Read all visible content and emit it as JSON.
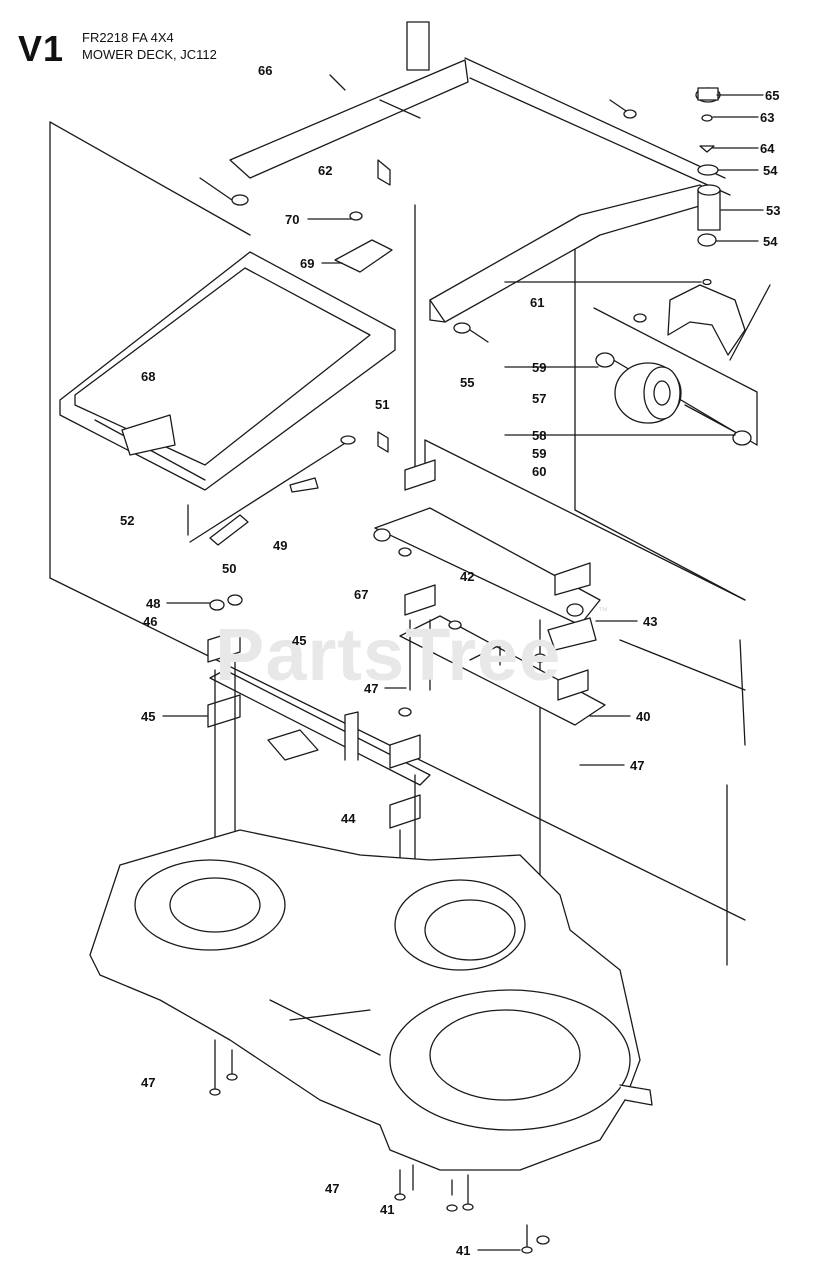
{
  "header": {
    "code": "V1",
    "model": "FR2218 FA 4X4",
    "section": "MOWER DECK, JC112"
  },
  "watermark": {
    "text": "PartsTree",
    "tm": "™"
  },
  "callouts": [
    "66",
    "62",
    "70",
    "69",
    "68",
    "65",
    "63",
    "64",
    "54",
    "53",
    "54",
    "61",
    "59",
    "55",
    "57",
    "58",
    "59",
    "60",
    "51",
    "52",
    "49",
    "50",
    "67",
    "42",
    "48",
    "46",
    "45",
    "43",
    "47",
    "45",
    "40",
    "47",
    "44",
    "47",
    "47",
    "41",
    "41"
  ],
  "colors": {
    "line": "#1a1a1a",
    "fill": "#ffffff",
    "watermark": "#e8e8e8"
  }
}
